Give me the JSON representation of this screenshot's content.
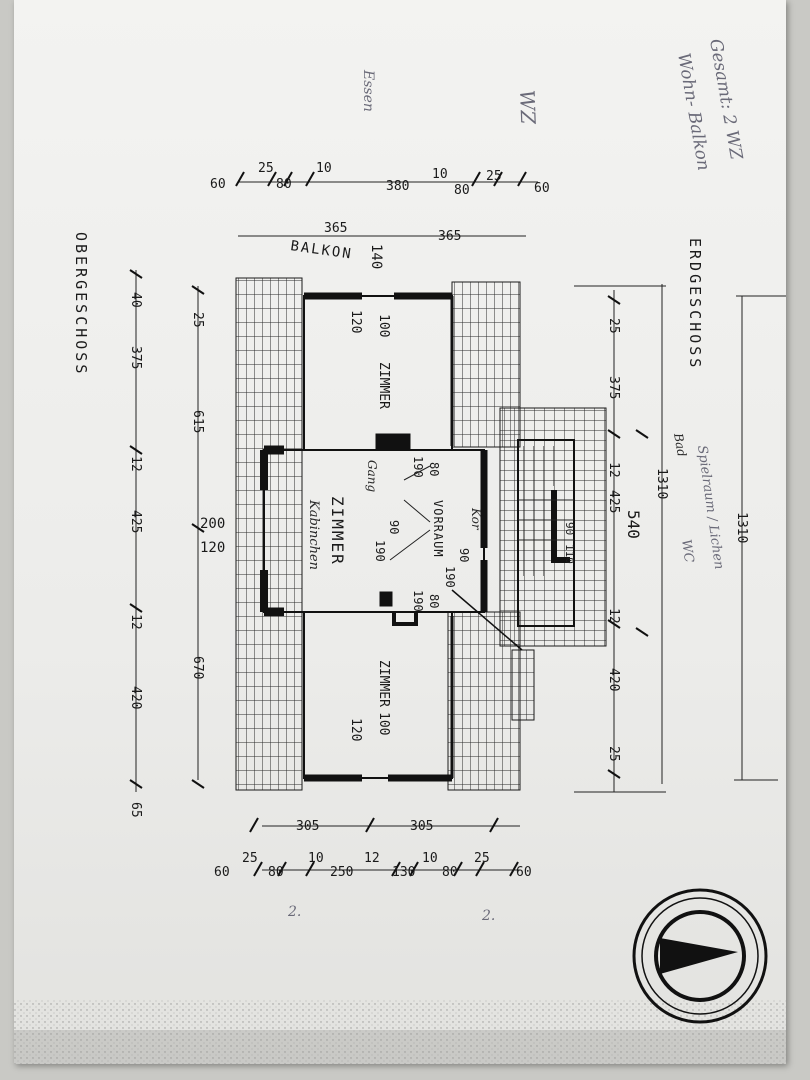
{
  "sheet": {
    "title": "OBERGESCHOSS",
    "reference_label": "ERDGESCHOSS",
    "balcony_label": "BALKON",
    "balcony_dim": "140"
  },
  "rooms": {
    "north": {
      "label": "ZIMMER",
      "dim_a": "100",
      "dim_b": "120"
    },
    "center": {
      "label": "ZIMMER",
      "dim_a": "200",
      "dim_b": "120"
    },
    "south": {
      "label": "ZIMMER",
      "dim_a": "100",
      "dim_b": "120"
    },
    "hall": {
      "label": "VORRAUM"
    }
  },
  "door_dims": [
    "80",
    "190",
    "90",
    "190",
    "90",
    "190",
    "80",
    "190",
    "90",
    "110"
  ],
  "dims": {
    "top_row": [
      "60",
      "25",
      "80",
      "10",
      "380",
      "10",
      "80",
      "25",
      "60"
    ],
    "second_row": [
      "365",
      "365"
    ],
    "bottom_row_1": [
      "305",
      "305"
    ],
    "bottom_row_2": [
      "60",
      "25",
      "80",
      "10",
      "250",
      "12",
      "130",
      "10",
      "80",
      "25",
      "60"
    ],
    "left_chain_1": [
      "40",
      "375",
      "12",
      "425",
      "12",
      "420",
      "65"
    ],
    "left_chain_2": [
      "25",
      "615",
      "670"
    ],
    "right_chain_1": [
      "25",
      "375",
      "12",
      "425",
      "12",
      "420",
      "25"
    ],
    "right_total": "1310",
    "right_total_2": "1310",
    "right_mid": "540"
  },
  "handwriting": {
    "top_right_line1": "Gesamt: 2 WZ",
    "top_right_line2": "Wohn- Balkon",
    "wz": "WZ",
    "left_note": "Essen",
    "bad": "Bad",
    "stair_note_1": "Spielraum / Lichen",
    "stair_note_2": "WC",
    "center_note_1": "Gang",
    "center_note_2": "Kabinchen",
    "hall_note": "Kor",
    "circle_a": "2.",
    "circle_b": "2."
  },
  "colors": {
    "ink": "#1a1a1a",
    "paper": "#efefec",
    "pencil": "#6a6a78"
  }
}
